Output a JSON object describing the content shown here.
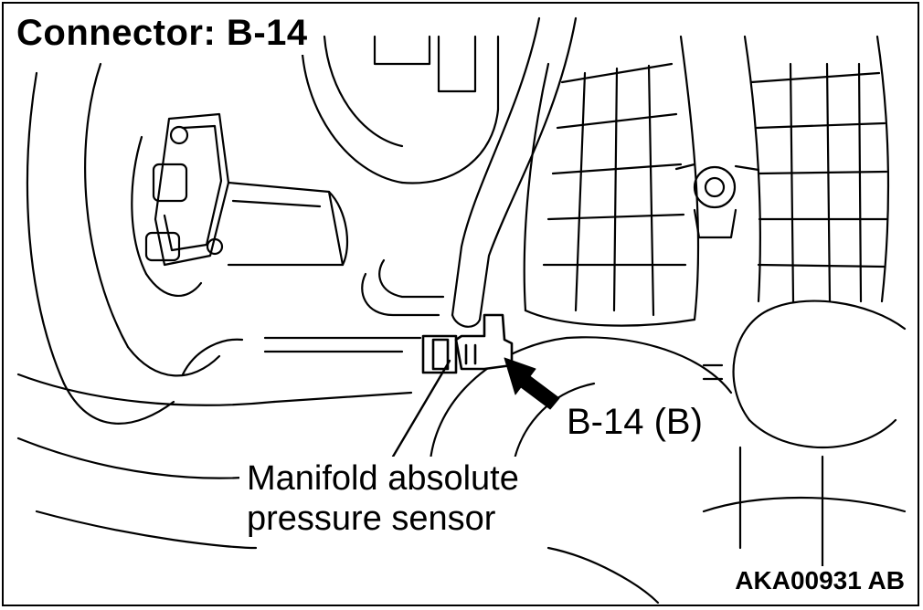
{
  "diagram": {
    "title": "Connector: B-14",
    "callout": "B-14 (B)",
    "sensor_label": [
      "Manifold absolute",
      "pressure sensor"
    ],
    "figure_code": "AKA00931 AB"
  },
  "colors": {
    "ink": "#000000",
    "paper": "#ffffff"
  },
  "icons": [
    "arrow-icon",
    "leader-line"
  ]
}
